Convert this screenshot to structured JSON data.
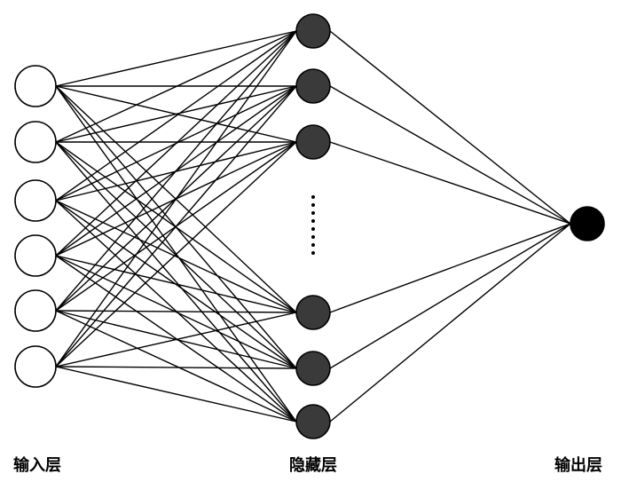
{
  "labels": {
    "input_layer": "输入层",
    "hidden_layer": "隐藏层",
    "output_layer": "输出层"
  },
  "network": {
    "input_count": 6,
    "hidden_count_shown": 6,
    "output_count": 1,
    "hidden_ellipsis": true
  },
  "colors": {
    "input_fill": "#ffffff",
    "hidden_fill": "#3a3a3a",
    "output_fill": "#000000",
    "edge": "#000000"
  }
}
